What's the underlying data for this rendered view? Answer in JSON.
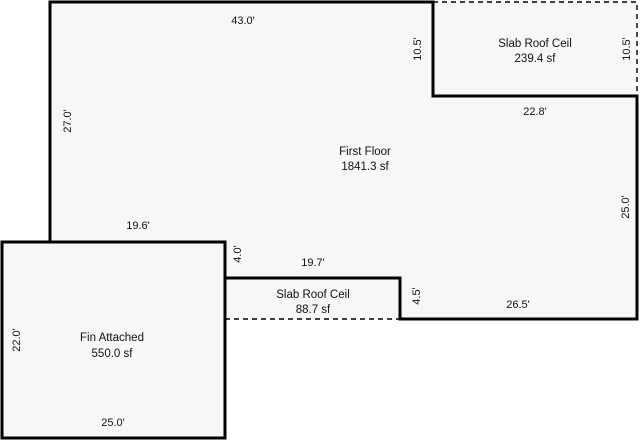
{
  "plan": {
    "colors": {
      "wall": "#000000",
      "fill": "#f7f7f7",
      "text": "#111111"
    },
    "areas": [
      {
        "name": "First Floor",
        "area": "1841.3 sf"
      },
      {
        "name": "Slab Roof Ceil",
        "area": "239.4 sf"
      },
      {
        "name": "Slab Roof Ceil",
        "area": "88.7 sf"
      },
      {
        "name": "Fin Attached",
        "area": "550.0 sf"
      }
    ],
    "dimensions": {
      "top_width": "43.0'",
      "left_height": "27.0'",
      "notch_height": "10.5'",
      "right_slab_height": "10.5'",
      "notch_width": "22.8'",
      "right_height": "25.0'",
      "mid_width": "19.6'",
      "small_notch_height": "4.0'",
      "slab_width": "19.7'",
      "slab_depth": "4.5'",
      "bottom_width": "26.5'",
      "garage_height": "22.0'",
      "garage_width": "25.0'"
    }
  }
}
